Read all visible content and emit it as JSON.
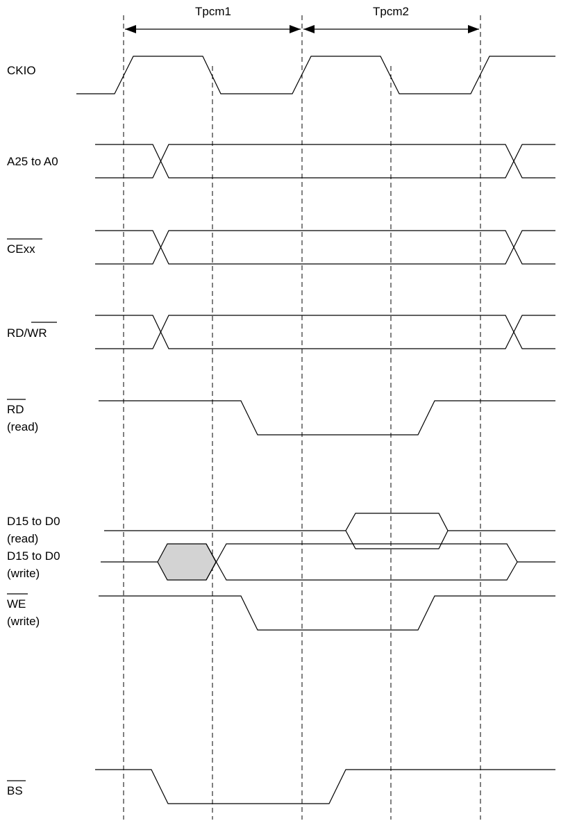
{
  "timing_diagram": {
    "cycles": [
      {
        "id": "tpcm1",
        "label": "Tpcm1"
      },
      {
        "id": "tpcm2",
        "label": "Tpcm2"
      }
    ],
    "signals": [
      {
        "id": "ckio",
        "label": "CKIO",
        "sub": "",
        "overline": false
      },
      {
        "id": "addr",
        "label": "A25 to A0",
        "sub": "",
        "overline": false
      },
      {
        "id": "cexx",
        "label": "CExx",
        "sub": "",
        "overline": true
      },
      {
        "id": "rdwr",
        "label_prefix": "RD/",
        "label_overline": "WR"
      },
      {
        "id": "rd",
        "label": "RD",
        "sub": "(read)",
        "overline": true
      },
      {
        "id": "dread",
        "label": "D15 to D0",
        "sub": "(read)",
        "overline": false
      },
      {
        "id": "we",
        "label": "WE",
        "sub": "(write)",
        "overline": true
      },
      {
        "id": "dwrite",
        "label": "D15 to D0",
        "sub": "(write)",
        "overline": false
      },
      {
        "id": "bs",
        "label": "BS",
        "sub": "",
        "overline": true
      }
    ],
    "colors": {
      "line": "#000000",
      "shaded_data": "#d3d3d3",
      "background": "#ffffff"
    }
  }
}
